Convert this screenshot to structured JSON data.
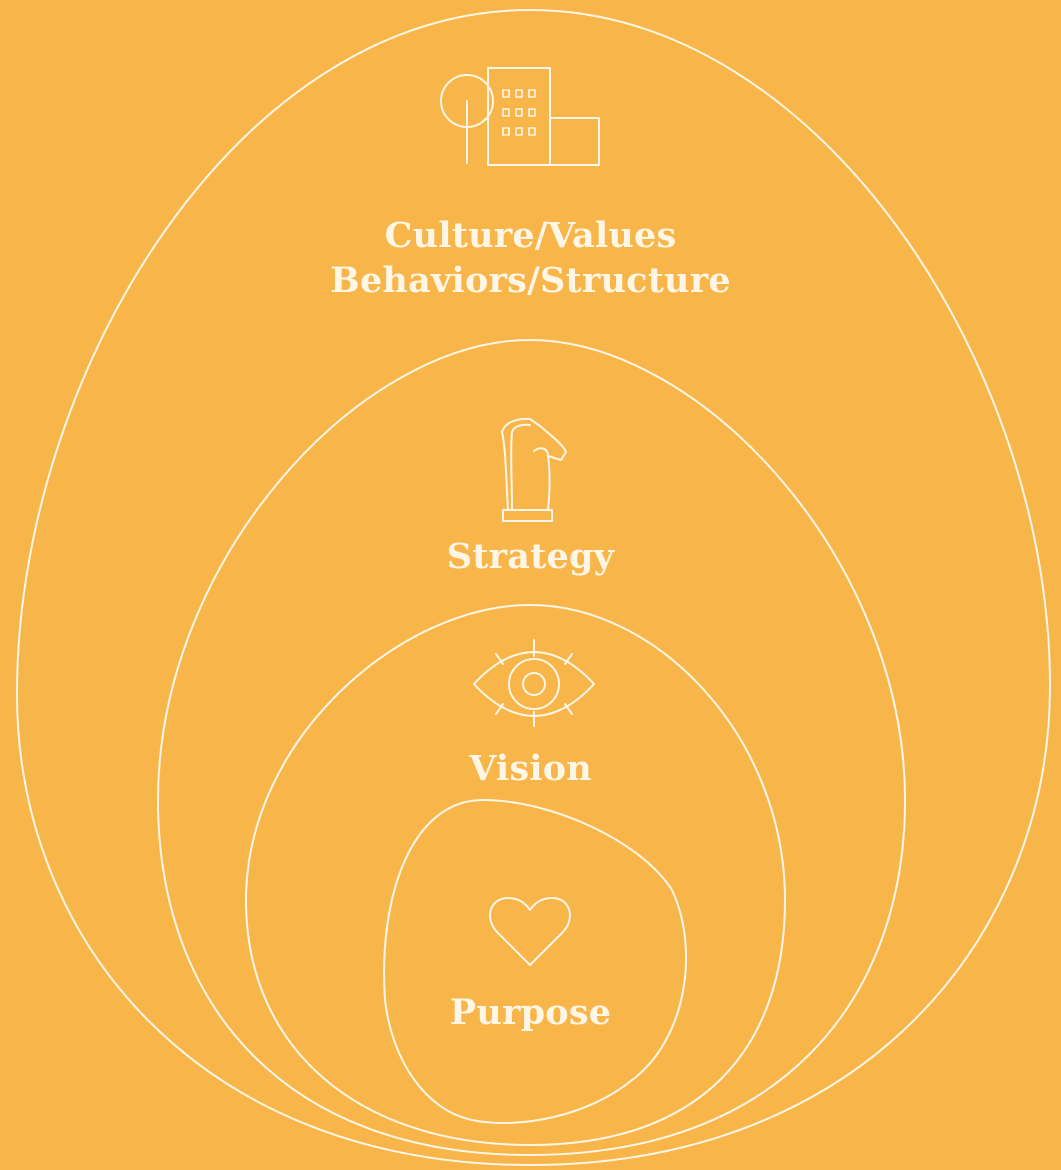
{
  "colors": {
    "background": "#F8B54A",
    "line": "#FFF6E6"
  },
  "layers": [
    {
      "id": "culture",
      "lines": [
        "Culture/Values",
        "Behaviors/Structure"
      ],
      "icon": "building-tree-icon"
    },
    {
      "id": "strategy",
      "label": "Strategy",
      "icon": "chess-knight-icon"
    },
    {
      "id": "vision",
      "label": "Vision",
      "icon": "eye-icon"
    },
    {
      "id": "purpose",
      "label": "Purpose",
      "icon": "heart-icon"
    }
  ]
}
